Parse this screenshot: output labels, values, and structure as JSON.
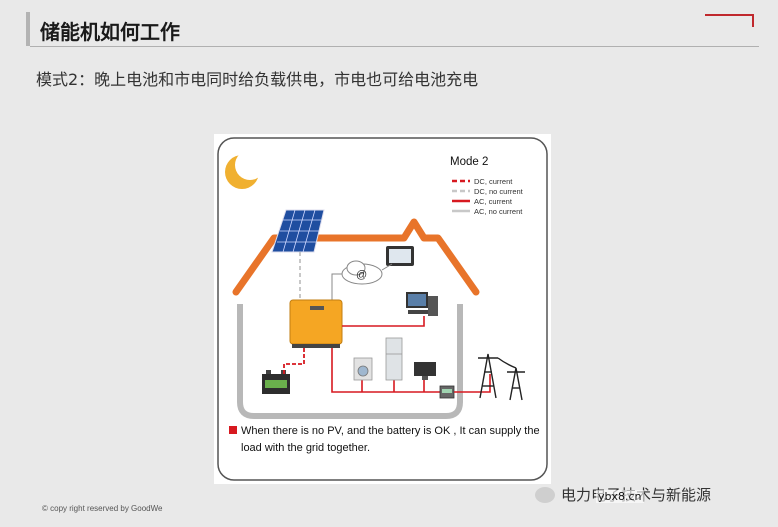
{
  "slide": {
    "title": "储能机如何工作",
    "subtitle": "模式2：晚上电池和市电同时给负载供电，市电也可给电池充电",
    "copyright": "© copy right reserved by GoodWe",
    "watermark": "电力电子技术与新能源",
    "watermark_url": "ybx8.cn"
  },
  "diagram": {
    "mode_label": "Mode 2",
    "legend": [
      {
        "label": "DC, current",
        "color": "#d71920",
        "style": "dashed"
      },
      {
        "label": "DC, no current",
        "color": "#c8c8c8",
        "style": "dashed"
      },
      {
        "label": "AC, current",
        "color": "#d71920",
        "style": "solid"
      },
      {
        "label": "AC, no current",
        "color": "#c8c8c8",
        "style": "solid"
      }
    ],
    "caption": "When there is no PV, and the battery is OK , It can supply the load with the grid together.",
    "cloud_symbol": "@",
    "colors": {
      "roof": "#e8742a",
      "inverter": "#f5a623",
      "current": "#d71920",
      "no_current": "#c8c8c8",
      "moon": "#f0b030"
    }
  }
}
